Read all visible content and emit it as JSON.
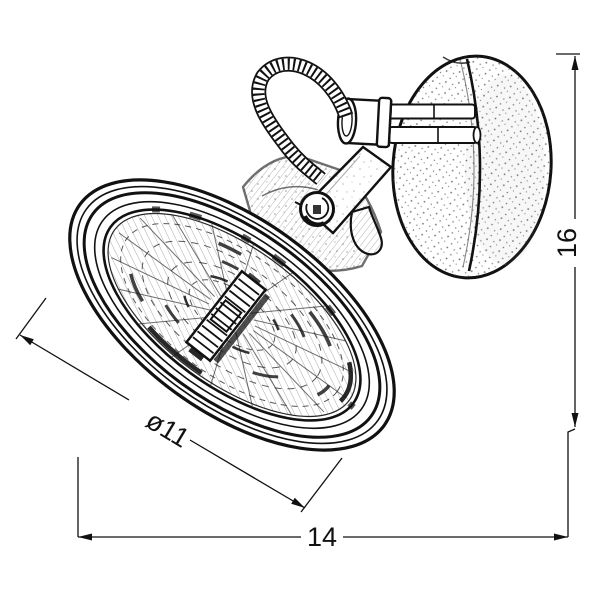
{
  "drawing": {
    "kind": "spotlight-dimension-diagram",
    "labels": {
      "diameter": "ø11",
      "depth": "14",
      "height": "16"
    },
    "colors": {
      "ink": "#111111",
      "background": "#ffffff"
    }
  }
}
